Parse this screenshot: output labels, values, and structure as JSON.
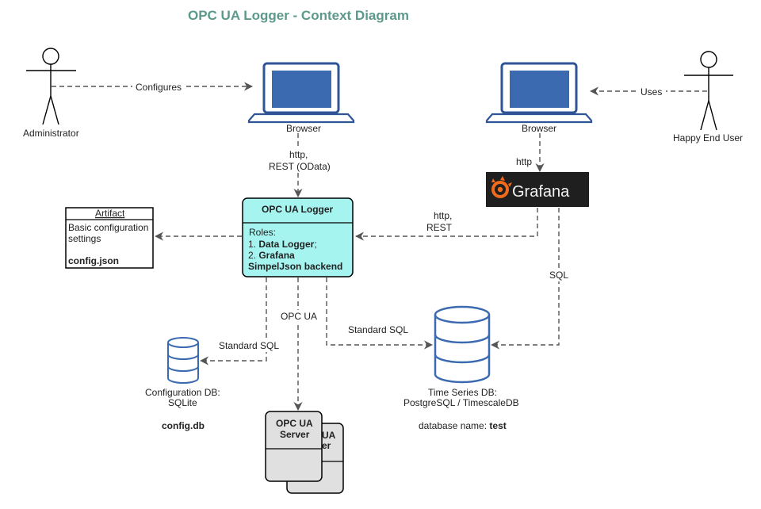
{
  "title": "OPC UA Logger - Context Diagram",
  "colors": {
    "title": "#5b9a8b",
    "laptop": "#2f5597",
    "laptop_screen": "#3c6ab0",
    "logger_fill": "#a6f4f0",
    "db_fill": "#ffffff",
    "db_stroke": "#3c6ab0",
    "server_fill": "#e0e0e0",
    "grafana_bg": "#1f1f1f",
    "grafana_orange": "#f26a1b",
    "edge": "#555555"
  },
  "actors": {
    "admin": {
      "label": "Administrator"
    },
    "user": {
      "label": "Happy End User"
    }
  },
  "browsers": {
    "left": {
      "label": "Browser"
    },
    "right": {
      "label": "Browser"
    }
  },
  "grafana": {
    "label": "Grafana",
    "icon": "grafana-logo-icon"
  },
  "logger": {
    "header": "OPC UA Logger",
    "roles_label": "Roles:",
    "role1_prefix": "1. ",
    "role1": "Data Logger",
    "role1_suffix": ";",
    "role2_prefix": "2. ",
    "role2": "Grafana",
    "role2_line2": "SimpelJson backend"
  },
  "artifact": {
    "header": "Artifact",
    "line1": "Basic configuration",
    "line2": "settings",
    "file": "config.json"
  },
  "config_db": {
    "line1": "Configuration DB:",
    "line2": "SQLite",
    "file": "config.db"
  },
  "timeseries_db": {
    "line1": "Time Series DB:",
    "line2": "PostgreSQL / TimescaleDB",
    "name_prefix": "database name: ",
    "name": "test"
  },
  "opcua_server": {
    "front_line1": "OPC UA",
    "front_line2": "Server",
    "back_line1": "UA",
    "back_line2": "er"
  },
  "edges": {
    "configures": "Configures",
    "uses": "Uses",
    "http_rest_odata_1": "http,",
    "http_rest_odata_2": "REST (OData)",
    "http": "http",
    "http_rest_1": "http,",
    "http_rest_2": "REST",
    "sql": "SQL",
    "opc_ua": "OPC UA",
    "standard_sql_left": "Standard SQL",
    "standard_sql_right": "Standard SQL"
  }
}
